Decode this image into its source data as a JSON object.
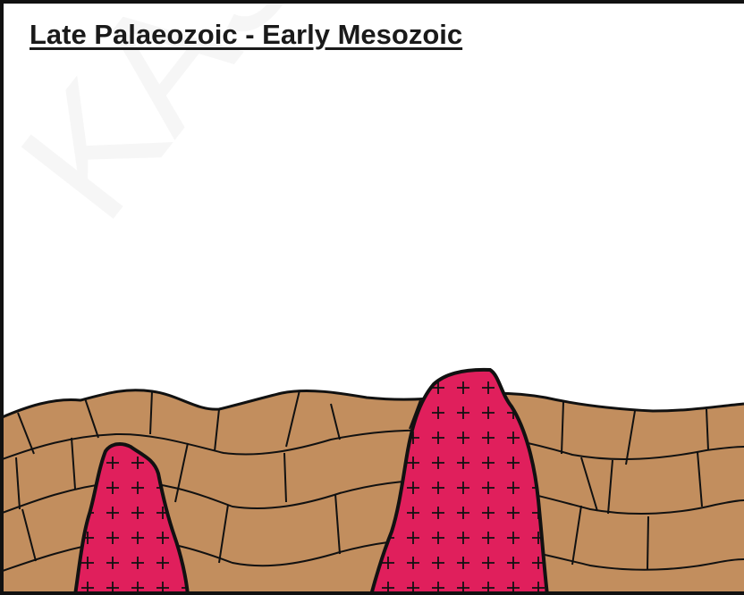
{
  "title": "Late Palaeozoic - Early Mesozoic",
  "watermark": "KASK",
  "colors": {
    "sediment": "#c28e5e",
    "granite": "#e01f5c",
    "outline": "#111111",
    "background": "#ffffff"
  },
  "legend": [],
  "features": [
    {
      "name": "folded-sedimentary-strata",
      "fill": "sediment"
    },
    {
      "name": "granite-pluton-left",
      "fill": "granite",
      "pattern": "plus-signs"
    },
    {
      "name": "granite-pluton-right",
      "fill": "granite",
      "pattern": "plus-signs"
    }
  ]
}
